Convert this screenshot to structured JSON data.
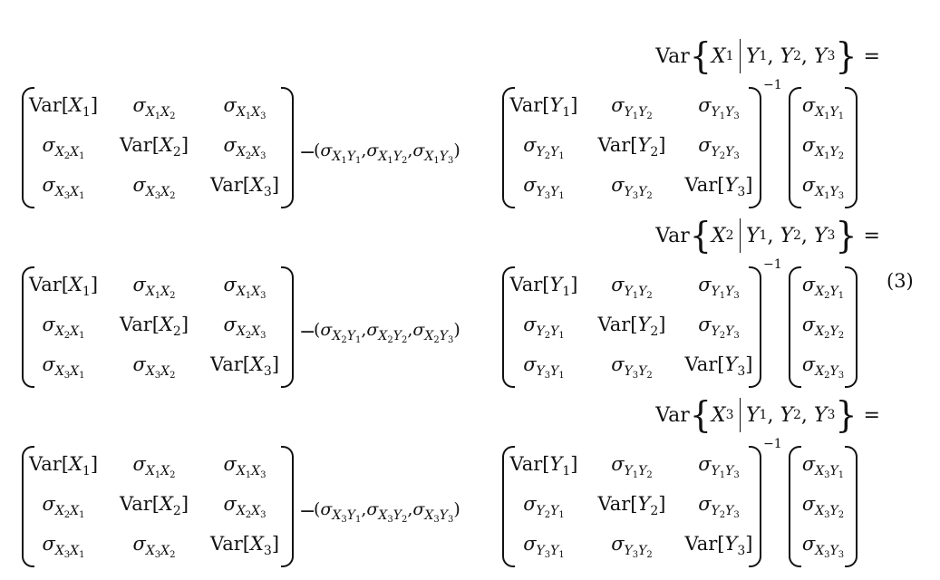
{
  "equation_number": "(3)",
  "equals": "=",
  "minus": "−",
  "inverse_exponent": "−1",
  "rows": [
    {
      "lhs_var": "Var",
      "x": "X",
      "xi": "1",
      "given": "Y₁, Y₂, Y₃",
      "i": "1"
    },
    {
      "lhs_var": "Var",
      "x": "X",
      "xi": "2",
      "given": "Y₁, Y₂, Y₃",
      "i": "2"
    },
    {
      "lhs_var": "Var",
      "x": "X",
      "xi": "3",
      "given": "Y₁, Y₂, Y₃",
      "i": "3"
    }
  ],
  "matrix_x": [
    [
      "Var[X₁]",
      "σX₁X₂",
      "σX₁X₃"
    ],
    [
      "σX₂X₁",
      "Var[X₂]",
      "σX₂X₃"
    ],
    [
      "σX₃X₁",
      "σX₃X₂",
      "Var[X₃]"
    ]
  ],
  "matrix_y": [
    [
      "Var[Y₁]",
      "σY₁Y₂",
      "σY₁Y₃"
    ],
    [
      "σY₂Y₁",
      "Var[Y₂]",
      "σY₂Y₃"
    ],
    [
      "σY₃Y₁",
      "σY₃Y₂",
      "Var[Y₃]"
    ]
  ],
  "row_vectors": [
    "(σX₁Y₁, σX₁Y₂, σX₁Y₃)",
    "(σX₂Y₁, σX₂Y₂, σX₂Y₃)",
    "(σX₃Y₁, σX₃Y₂, σX₃Y₃)"
  ],
  "col_vectors": [
    [
      "σX₁Y₁",
      "σX₁Y₂",
      "σX₁Y₃"
    ],
    [
      "σX₂Y₁",
      "σX₂Y₂",
      "σX₂Y₃"
    ],
    [
      "σX₃Y₁",
      "σX₃Y₂",
      "σX₃Y₃"
    ]
  ]
}
